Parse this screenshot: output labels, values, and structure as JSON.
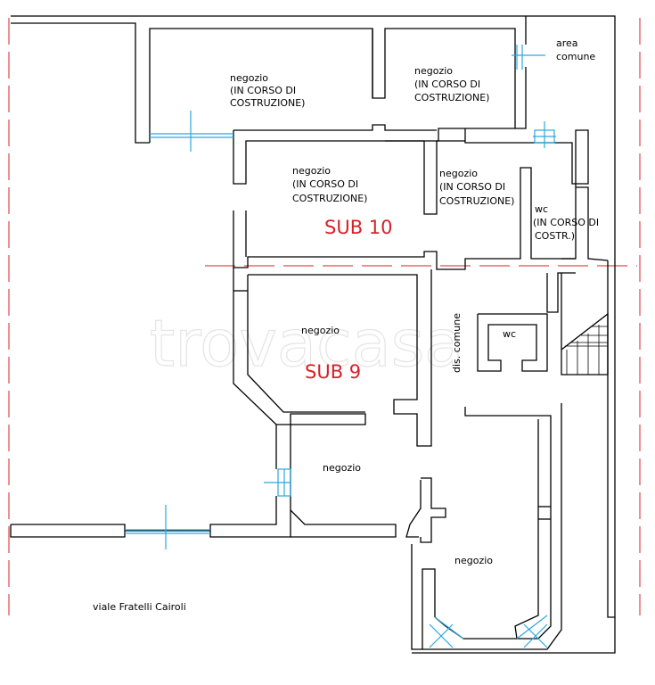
{
  "colors": {
    "walls": "#000000",
    "windows": "#2aa8e0",
    "section_line": "#d8202a",
    "sub_labels": "#d8202a",
    "watermark": "#cfcfcf"
  },
  "watermark": "trovacasa",
  "rooms": {
    "r1": [
      "negozio",
      "(IN CORSO DI",
      "COSTRUZIONE)"
    ],
    "r2": [
      "negozio",
      "(IN CORSO DI",
      "COSTRUZIONE)"
    ],
    "r3": [
      "negozio",
      "(IN CORSO DI",
      "COSTRUZIONE)"
    ],
    "r4": [
      "negozio",
      "(IN CORSO DI",
      "COSTRUZIONE)"
    ],
    "wc_top": [
      "wc",
      "(IN CORSO DI",
      "COSTR.)"
    ],
    "area_comune": [
      "area",
      "comune"
    ],
    "wc_mid": "wc",
    "dis_comune": "dis. comune",
    "negozio_sub9": "negozio",
    "negozio_mid": "negozio",
    "negozio_bottom": "negozio"
  },
  "sub_labels": {
    "sub10": "SUB 10",
    "sub9": "SUB 9"
  },
  "street": "viale Fratelli Cairoli"
}
